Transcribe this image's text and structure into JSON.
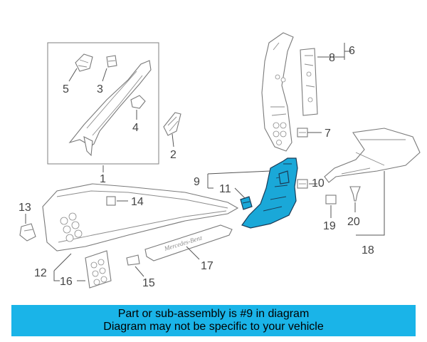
{
  "callouts": {
    "c1": "1",
    "c2": "2",
    "c3": "3",
    "c4": "4",
    "c5": "5",
    "c6": "6",
    "c7": "7",
    "c8": "8",
    "c9": "9",
    "c10": "10",
    "c11": "11",
    "c12": "12",
    "c13": "13",
    "c14": "14",
    "c15": "15",
    "c16": "16",
    "c17": "17",
    "c18": "18",
    "c19": "19",
    "c20": "20"
  },
  "sill_plate_script": "Mercedes-Benz",
  "banner": {
    "line1": "Part or sub-assembly is #9 in diagram",
    "line2": "Diagram may not be specific to your vehicle",
    "background": "#1ab4e8"
  },
  "highlight_color": "#1aa8d8"
}
